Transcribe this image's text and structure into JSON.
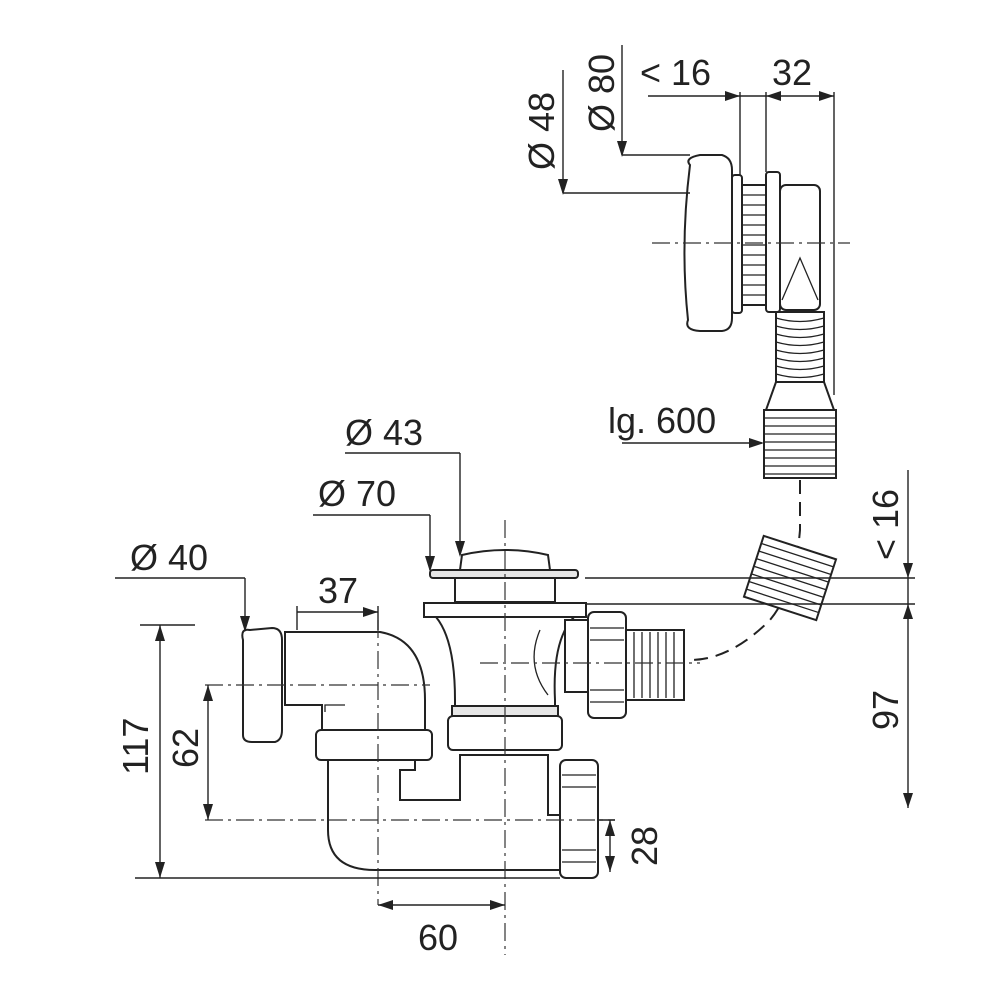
{
  "dimensions": {
    "overflow_outer_diameter": "Ø 80",
    "overflow_inner_diameter": "Ø 48",
    "overflow_wall_thickness": "< 16",
    "overflow_depth": "32",
    "hose_length": "lg. 600",
    "drain_inner_diameter": "Ø 43",
    "drain_outer_diameter": "Ø 70",
    "outlet_diameter": "Ø 40",
    "trap_offset": "37",
    "drain_wall_thickness": "< 16",
    "drain_depth": "97",
    "total_height": "117",
    "outlet_height": "62",
    "outlet_connection_height": "28",
    "trap_spacing": "60"
  }
}
